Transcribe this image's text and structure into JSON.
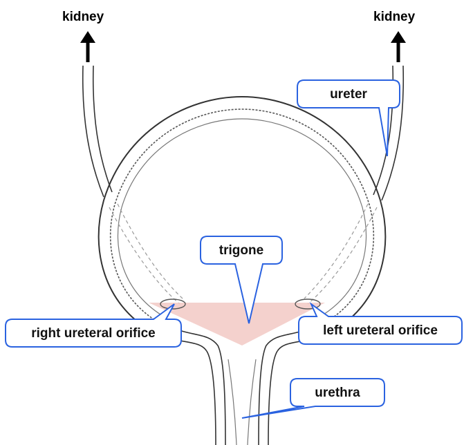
{
  "labels": {
    "kidney_right": "kidney",
    "kidney_left": "kidney",
    "ureter": "ureter",
    "trigone": "trigone",
    "right_orifice": "right ureteral orifice",
    "left_orifice": "left ureteral orifice",
    "urethra": "urethra"
  },
  "colors": {
    "callout_border": "#2a62e0",
    "trigone_fill": "#f2c9c4",
    "line": "#333333",
    "wall": "#888888"
  }
}
